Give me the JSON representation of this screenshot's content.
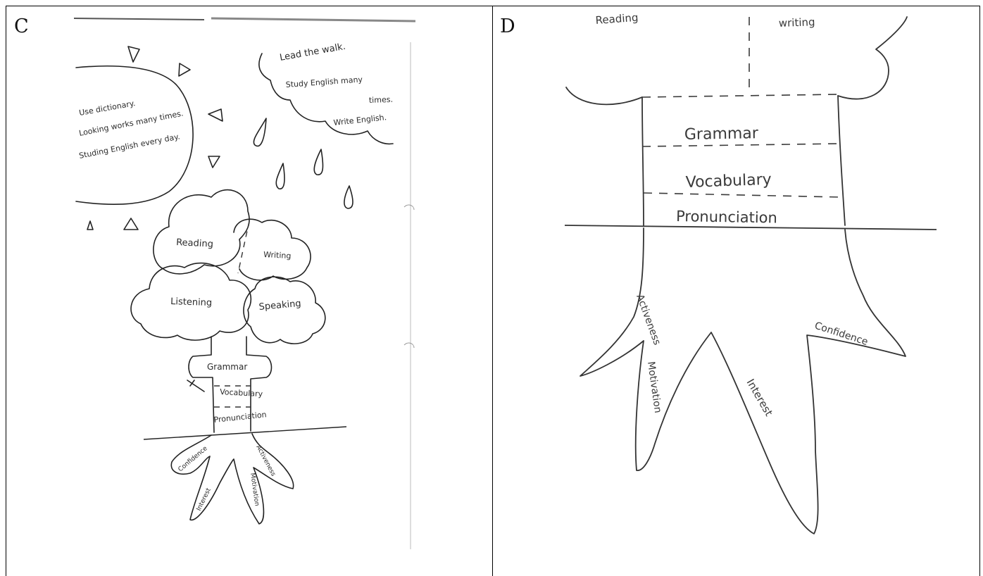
{
  "panels": {
    "c": {
      "label": "C",
      "sun_text": [
        "Use dictionary.",
        "Looking works many times.",
        "Studing English every day."
      ],
      "cloud_text": [
        "Lead the walk.",
        "Study English many",
        "times.",
        "Write English."
      ],
      "canopy": {
        "reading": "Reading",
        "writing": "Writing",
        "listening": "Listening",
        "speaking": "Speaking"
      },
      "trunk": {
        "grammar": "Grammar",
        "vocabulary": "Vocabulary",
        "pronunciation": "Pronunciation"
      },
      "roots": {
        "confidence": "Confidence",
        "interest": "Interest",
        "motivation": "Motivation",
        "activeness": "Activeness"
      }
    },
    "d": {
      "label": "D",
      "canopy": {
        "reading": "Reading",
        "writing": "writing"
      },
      "trunk": {
        "grammar": "Grammar",
        "vocabulary": "Vocabulary",
        "pronunciation": "Pronunciation"
      },
      "roots": {
        "activeness": "Activeness",
        "motivation": "Motivation",
        "interest": "Interest",
        "confidence": "Confidence"
      }
    }
  }
}
